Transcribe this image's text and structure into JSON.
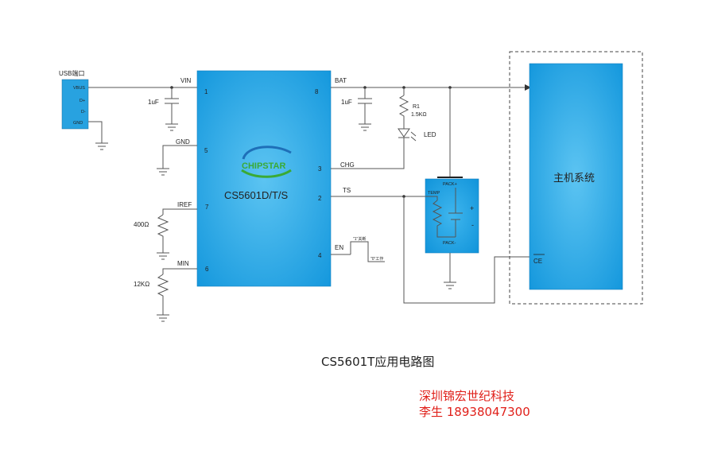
{
  "usb": {
    "title": "USB端口",
    "pins": [
      "VBUS",
      "D+",
      "D-",
      "GND"
    ]
  },
  "chip": {
    "logo_text": "CHIPSTAR",
    "part_number": "CS5601D/T/S",
    "pins_left": [
      {
        "num": "1",
        "name": "VIN"
      },
      {
        "num": "5",
        "name": "GND"
      },
      {
        "num": "7",
        "name": "IREF"
      },
      {
        "num": "6",
        "name": "MIN"
      }
    ],
    "pins_right": [
      {
        "num": "8",
        "name": "BAT"
      },
      {
        "num": "3",
        "name": "CHG"
      },
      {
        "num": "2",
        "name": "TS"
      },
      {
        "num": "4",
        "name": "EN"
      }
    ]
  },
  "components": {
    "cap_vin": "1uF",
    "cap_bat": "1uF",
    "r1_name": "R1",
    "r1_value": "1.5KΩ",
    "led": "LED",
    "r_iref": "400Ω",
    "r_min": "12KΩ",
    "en_high": "\"1\"关断",
    "en_low": "\"0\"工作"
  },
  "battery": {
    "pos": "PACK+",
    "neg": "PACK-",
    "temp": "TEMP",
    "plus": "+",
    "minus": "-"
  },
  "host": {
    "title": "主机系统",
    "ce": "CE"
  },
  "caption": "CS5601T应用电路图",
  "contact": {
    "company": "深圳锦宏世纪科技",
    "person": "李生 18938047300"
  },
  "colors": {
    "block_fill": "#1aa3e6",
    "wire": "#555555",
    "contact_text": "#e0201a",
    "logo_blue": "#1e6fb8",
    "logo_green": "#3aaa35"
  }
}
